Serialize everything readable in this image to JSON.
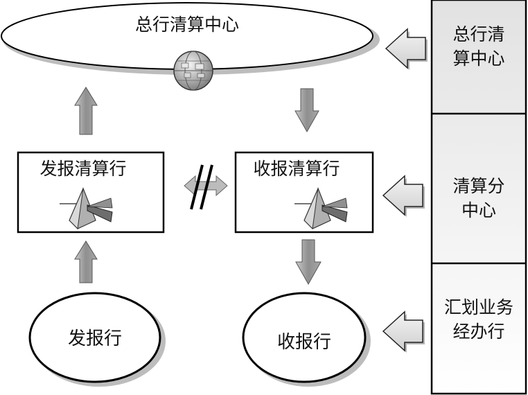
{
  "headquarters": {
    "label": "总行清算中心"
  },
  "sending_center": {
    "label": "发报清算行"
  },
  "receiving_center": {
    "label": "收报清算行"
  },
  "sending_bank": {
    "label": "发报行"
  },
  "receiving_bank": {
    "label": "收报行"
  },
  "legend": [
    {
      "line1": "总行清",
      "line2": "算中心"
    },
    {
      "line1": "清算分",
      "line2": "中心"
    },
    {
      "line1": "汇划业务",
      "line2": "经办行"
    }
  ],
  "colors": {
    "outline": "#000000",
    "arrow_fill": "#9e9e9e",
    "arrow_highlight": "#d0d0d0",
    "legend_panel_top": "#e9e9e9",
    "legend_panel_bottom": "#ffffff",
    "shadow": "#b8b8b8"
  },
  "icons": {
    "headquarters": "globe-icon",
    "clearing_center": "prism-icon",
    "no_direct_link": "double-slash-icon"
  }
}
